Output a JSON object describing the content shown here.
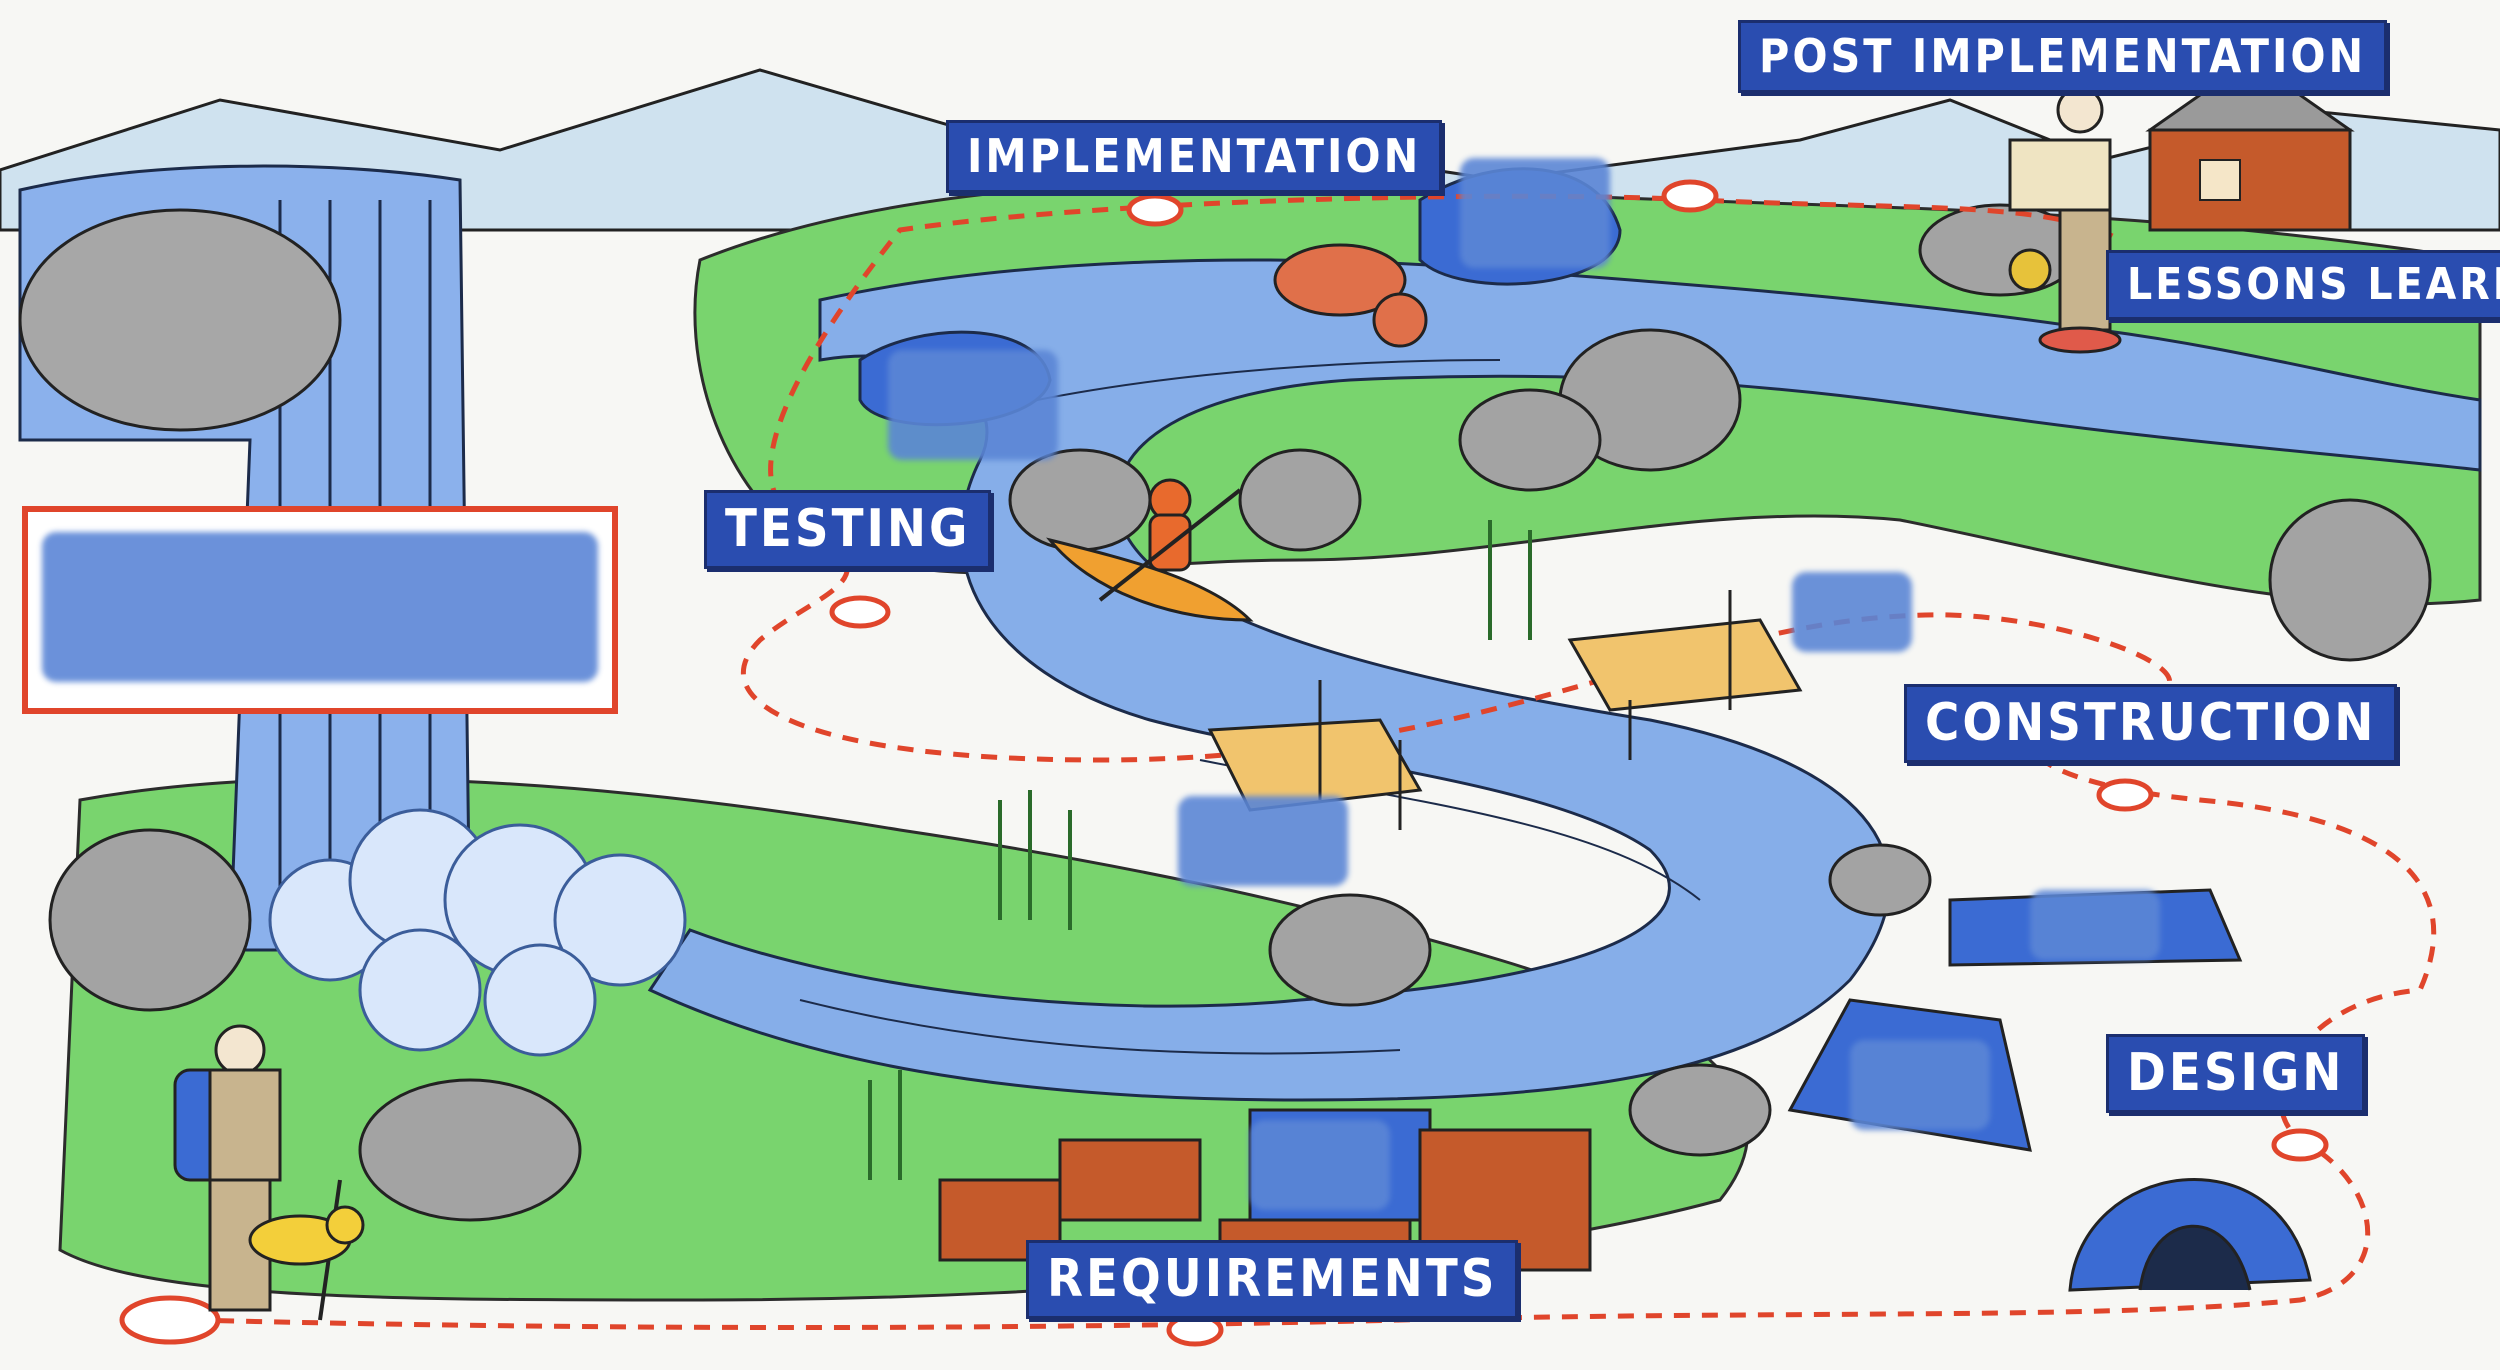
{
  "stages": {
    "post_implementation": "POST IMPLEMENTATION",
    "implementation": "IMPLEMENTATION",
    "lessons_learned": "LESSONS LEARNED",
    "testing": "TESTING",
    "construction": "CONSTRUCTION",
    "design": "DESIGN",
    "requirements": "REQUIREMENTS"
  },
  "colors": {
    "label_bg": "#2a4db0",
    "water": "#7ea6e8",
    "grass": "#6fd16a",
    "path": "#e0452b",
    "rock": "#9a9a9a"
  },
  "icons": [
    "waterfall-icon",
    "hiker-icon",
    "dog-icon",
    "kayak-icon",
    "bear-icon",
    "bridge-icon",
    "tent-icon",
    "dome-tent-icon",
    "cabin-icon",
    "chest-icon",
    "map-icon"
  ]
}
